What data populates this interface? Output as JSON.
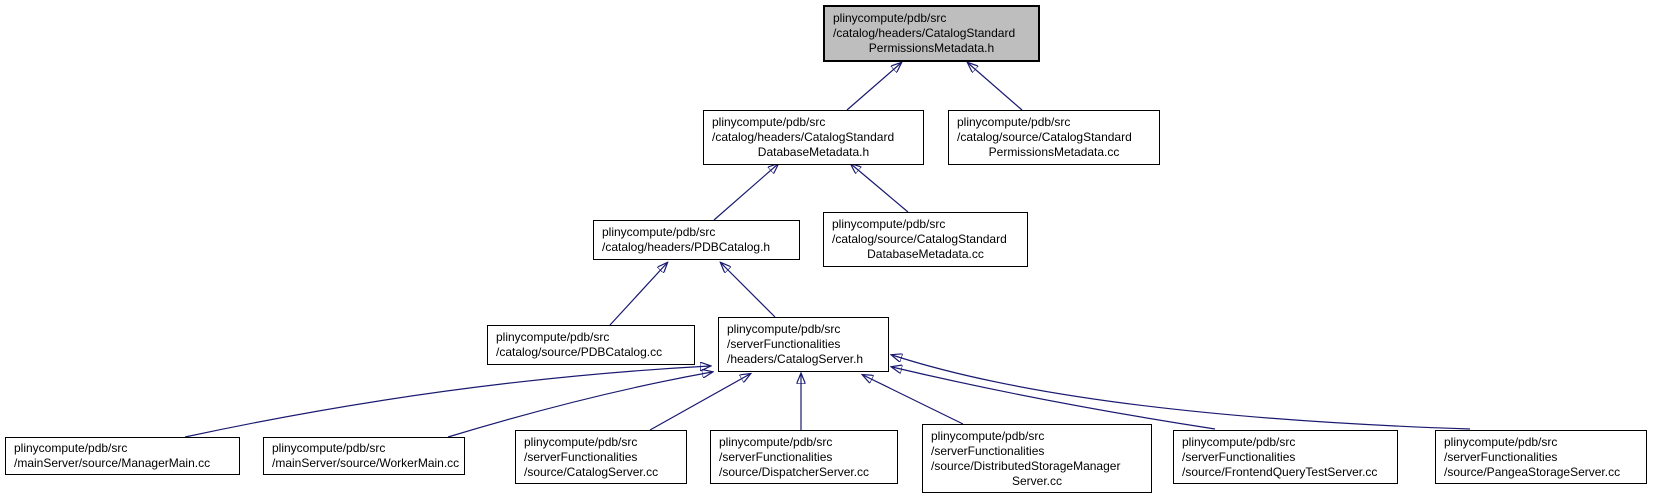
{
  "diagram": {
    "type": "include-dependency-graph",
    "description": "Doxygen 'included by' dependency graph for CatalogStandardPermissionsMetadata.h",
    "colors": {
      "background": "#ffffff",
      "node_fill": "#ffffff",
      "current_node_fill": "#bebebe",
      "node_border": "#000000",
      "edge": "#191970",
      "text": "#000000"
    },
    "nodes": {
      "permissions_h": {
        "lines": [
          "plinycompute/pdb/src",
          "/catalog/headers/CatalogStandard",
          "PermissionsMetadata.h"
        ],
        "current": true
      },
      "database_h": {
        "lines": [
          "plinycompute/pdb/src",
          "/catalog/headers/CatalogStandard",
          "DatabaseMetadata.h"
        ],
        "current": false
      },
      "permissions_cc": {
        "lines": [
          "plinycompute/pdb/src",
          "/catalog/source/CatalogStandard",
          "PermissionsMetadata.cc"
        ],
        "current": false
      },
      "pdbcatalog_h": {
        "lines": [
          "plinycompute/pdb/src",
          "/catalog/headers/PDBCatalog.h"
        ],
        "current": false
      },
      "database_cc": {
        "lines": [
          "plinycompute/pdb/src",
          "/catalog/source/CatalogStandard",
          "DatabaseMetadata.cc"
        ],
        "current": false
      },
      "pdbcatalog_cc": {
        "lines": [
          "plinycompute/pdb/src",
          "/catalog/source/PDBCatalog.cc"
        ],
        "current": false
      },
      "catalogserver_h": {
        "lines": [
          "plinycompute/pdb/src",
          "/serverFunctionalities",
          "/headers/CatalogServer.h"
        ],
        "current": false
      },
      "managermain_cc": {
        "lines": [
          "plinycompute/pdb/src",
          "/mainServer/source/ManagerMain.cc"
        ],
        "current": false
      },
      "workermain_cc": {
        "lines": [
          "plinycompute/pdb/src",
          "/mainServer/source/WorkerMain.cc"
        ],
        "current": false
      },
      "catalogserver_cc": {
        "lines": [
          "plinycompute/pdb/src",
          "/serverFunctionalities",
          "/source/CatalogServer.cc"
        ],
        "current": false
      },
      "dispatcherserver_cc": {
        "lines": [
          "plinycompute/pdb/src",
          "/serverFunctionalities",
          "/source/DispatcherServer.cc"
        ],
        "current": false
      },
      "dsmserver_cc": {
        "lines": [
          "plinycompute/pdb/src",
          "/serverFunctionalities",
          "/source/DistributedStorageManager",
          "Server.cc"
        ],
        "current": false
      },
      "frontend_cc": {
        "lines": [
          "plinycompute/pdb/src",
          "/serverFunctionalities",
          "/source/FrontendQueryTestServer.cc"
        ],
        "current": false
      },
      "pangea_cc": {
        "lines": [
          "plinycompute/pdb/src",
          "/serverFunctionalities",
          "/source/PangeaStorageServer.cc"
        ],
        "current": false
      }
    },
    "edges": [
      {
        "from": "database_h",
        "to": "permissions_h"
      },
      {
        "from": "permissions_cc",
        "to": "permissions_h"
      },
      {
        "from": "pdbcatalog_h",
        "to": "database_h"
      },
      {
        "from": "database_cc",
        "to": "database_h"
      },
      {
        "from": "pdbcatalog_cc",
        "to": "pdbcatalog_h"
      },
      {
        "from": "catalogserver_h",
        "to": "pdbcatalog_h"
      },
      {
        "from": "managermain_cc",
        "to": "catalogserver_h"
      },
      {
        "from": "workermain_cc",
        "to": "catalogserver_h"
      },
      {
        "from": "catalogserver_cc",
        "to": "catalogserver_h"
      },
      {
        "from": "dispatcherserver_cc",
        "to": "catalogserver_h"
      },
      {
        "from": "dsmserver_cc",
        "to": "catalogserver_h"
      },
      {
        "from": "frontend_cc",
        "to": "catalogserver_h"
      },
      {
        "from": "pangea_cc",
        "to": "catalogserver_h"
      }
    ]
  }
}
